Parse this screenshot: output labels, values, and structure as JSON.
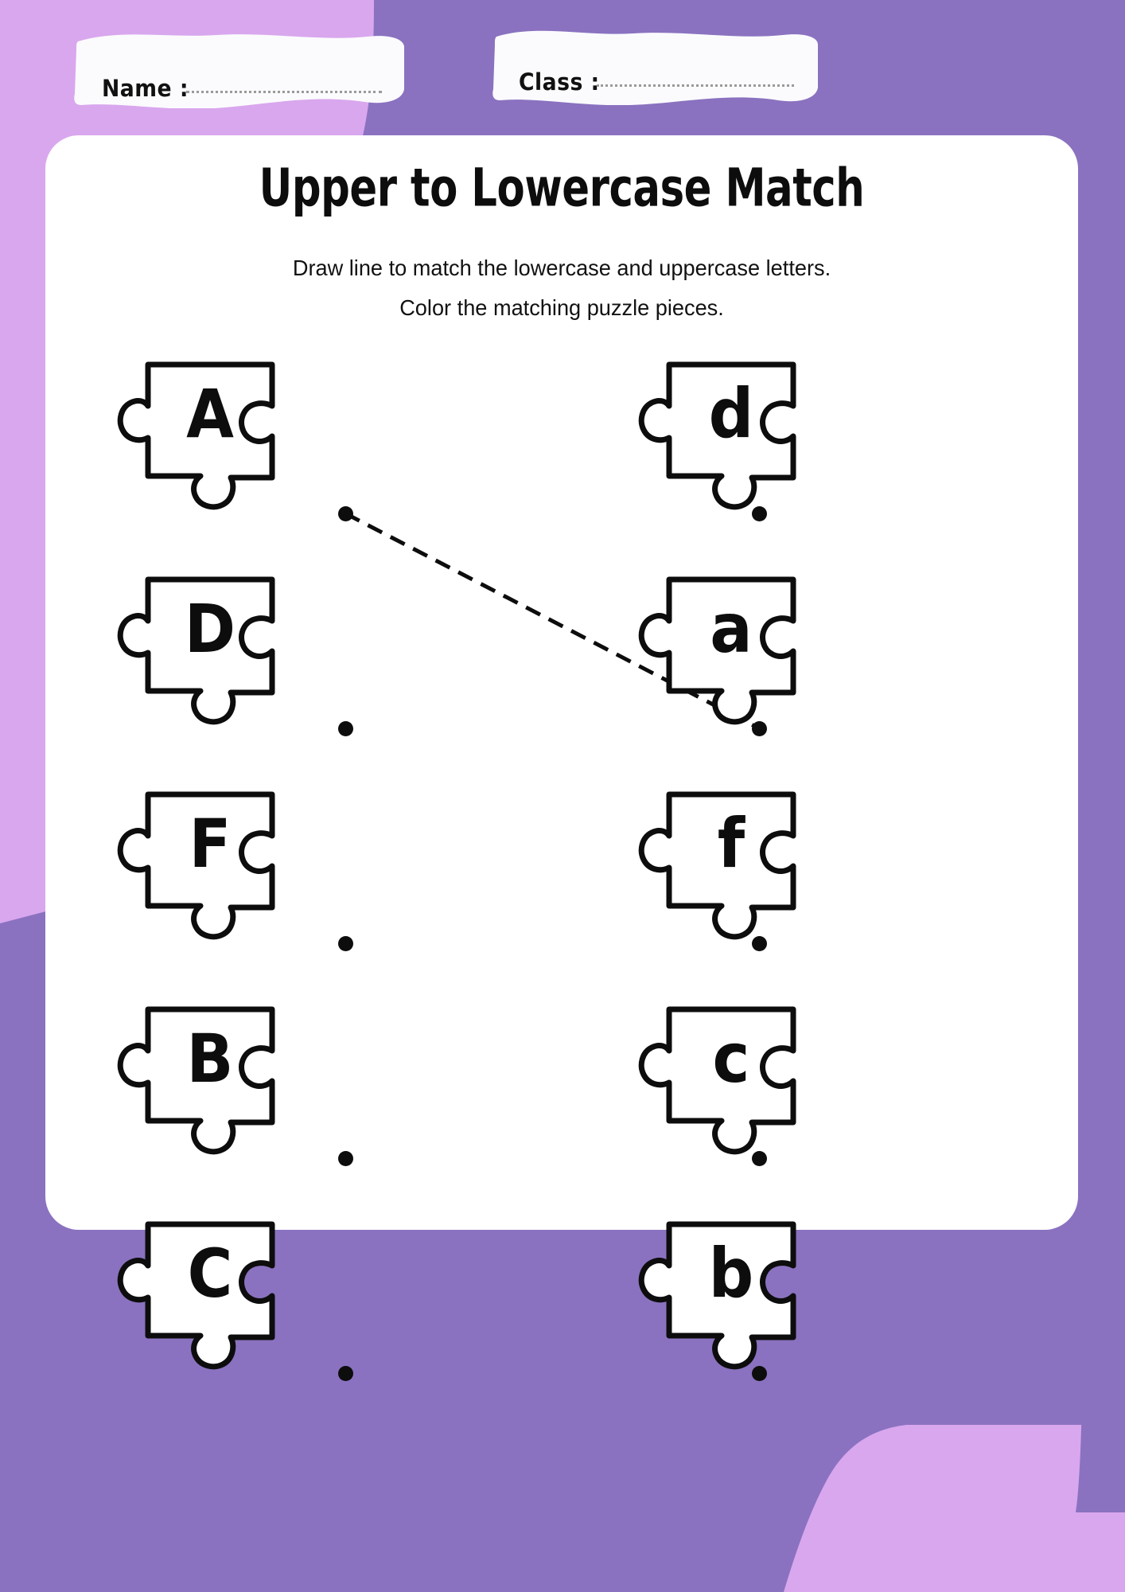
{
  "page": {
    "background_dark_purple": "#8a72c0",
    "background_light_purple": "#d9a7ee",
    "sheet_color": "#ffffff",
    "ink_color": "#0d0d0d"
  },
  "header": {
    "name_field": {
      "label": "Name :",
      "value": "",
      "placeholder": ""
    },
    "class_field": {
      "label": "Class :",
      "value": "",
      "placeholder": ""
    }
  },
  "worksheet": {
    "title": "Upper to Lowercase Match",
    "instruction_line_1": "Draw line to match the lowercase and uppercase letters.",
    "instruction_line_2": "Color the matching puzzle pieces."
  },
  "puzzle": {
    "left_column": [
      {
        "letter": "A",
        "case": "upper",
        "row": 1
      },
      {
        "letter": "D",
        "case": "upper",
        "row": 2
      },
      {
        "letter": "F",
        "case": "upper",
        "row": 3
      },
      {
        "letter": "B",
        "case": "upper",
        "row": 4
      },
      {
        "letter": "C",
        "case": "upper",
        "row": 5
      }
    ],
    "right_column": [
      {
        "letter": "d",
        "case": "lower",
        "row": 1
      },
      {
        "letter": "a",
        "case": "lower",
        "row": 2
      },
      {
        "letter": "f",
        "case": "lower",
        "row": 3
      },
      {
        "letter": "c",
        "case": "lower",
        "row": 4
      },
      {
        "letter": "b",
        "case": "lower",
        "row": 5
      }
    ],
    "connections": [
      {
        "from_letter": "A",
        "from_row": 1,
        "to_letter": "a",
        "to_row": 2,
        "style": "dashed"
      }
    ],
    "connector_dot_label": "connector dot"
  }
}
